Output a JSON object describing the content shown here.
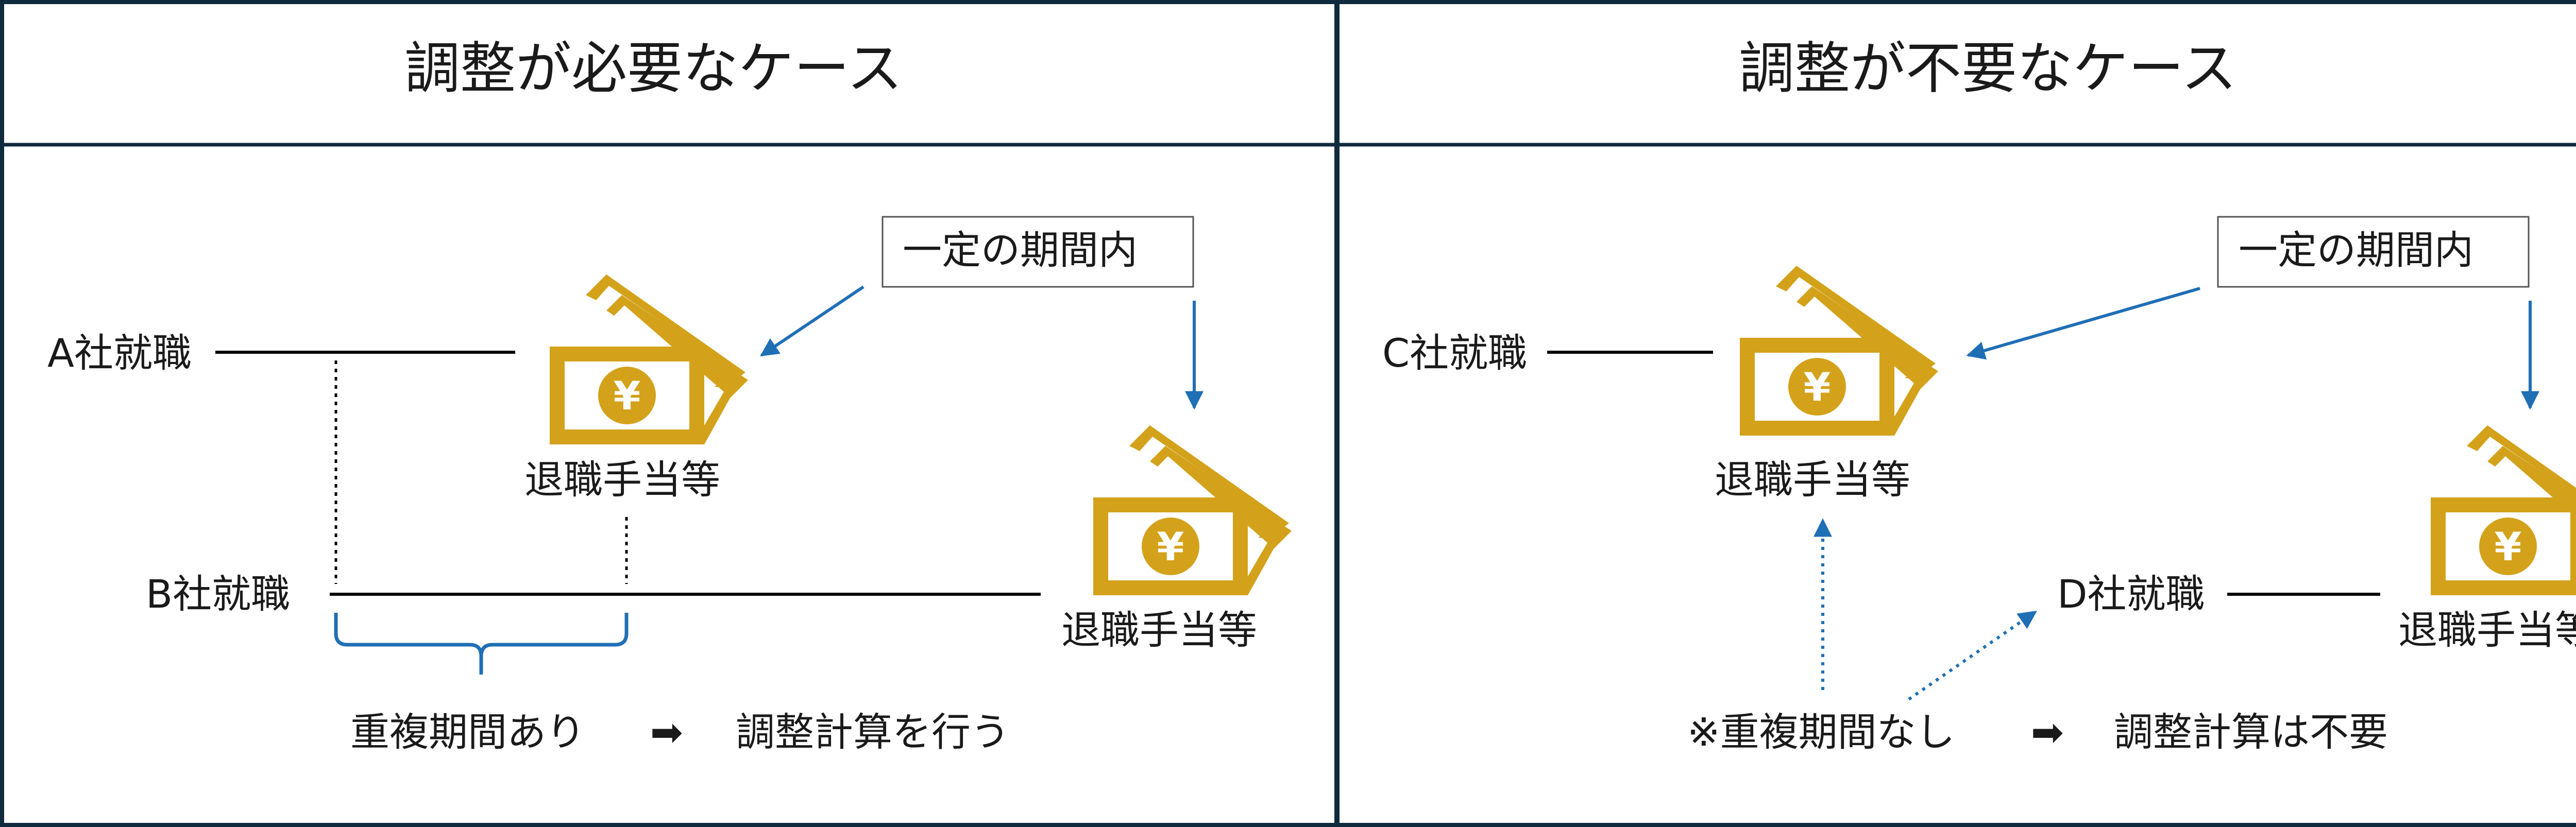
{
  "left": {
    "title": "調整が必要なケース",
    "period_box": "一定の期間内",
    "company_a": "A社就職",
    "company_b": "B社就職",
    "payment_1": "退職手当等",
    "payment_2": "退職手当等",
    "overlap": "重複期間あり",
    "arrow": "➡",
    "result": "調整計算を行う"
  },
  "right": {
    "title": "調整が不要なケース",
    "period_box": "一定の期間内",
    "company_c": "C社就職",
    "company_d": "D社就職",
    "payment_1": "退職手当等",
    "payment_2": "退職手当等",
    "overlap": "※重複期間なし",
    "arrow": "➡",
    "result": "調整計算は不要"
  },
  "colors": {
    "frame": "#0f2a3d",
    "arrow_blue": "#1f6fb5",
    "money_gold": "#d3a21a"
  },
  "icons": [
    "yen-banknote-icon"
  ]
}
